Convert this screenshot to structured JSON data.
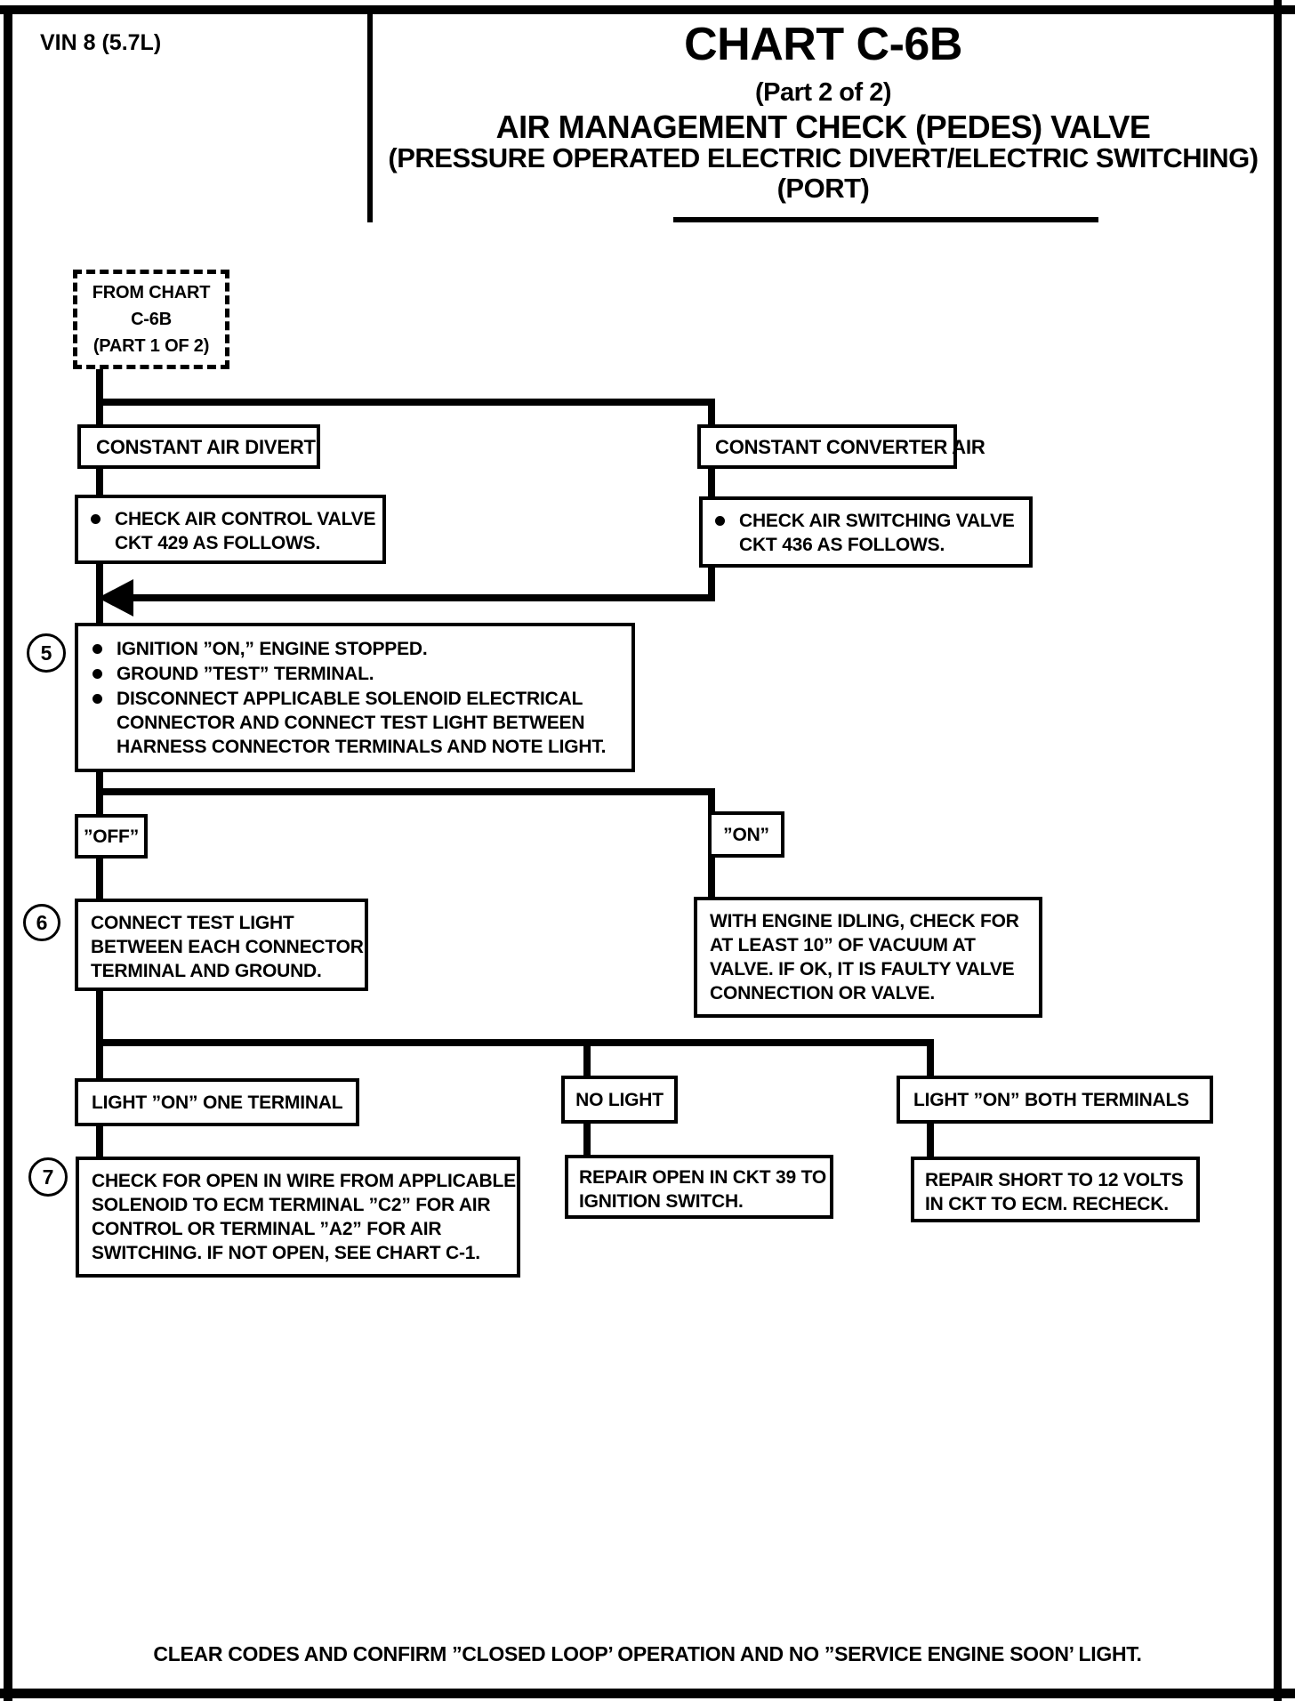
{
  "header": {
    "vin": "VIN 8 (5.7L)",
    "title": "CHART C-6B",
    "subtitle1": "(Part  2 of 2)",
    "subtitle2": "AIR MANAGEMENT CHECK (PEDES) VALVE",
    "subtitle3": "(PRESSURE OPERATED ELECTRIC DIVERT/ELECTRIC SWITCHING)",
    "subtitle4": "(PORT)"
  },
  "flowchart": {
    "from_chart": {
      "line1": "FROM CHART",
      "line2": "C-6B",
      "line3": "(PART  1 OF 2)"
    },
    "left_branch": {
      "label": "CONSTANT  AIR DIVERT",
      "check_line1": "CHECK AIR CONTROL VALVE",
      "check_line2": "CKT 429 AS FOLLOWS."
    },
    "right_branch": {
      "label": "CONSTANT CONVERTER AIR",
      "check_line1": "CHECK AIR SWITCHING VALVE",
      "check_line2": "CKT 436 AS FOLLOWS."
    },
    "step5": {
      "number": "5",
      "bullet1": "IGNITION ”ON,”  ENGINE STOPPED.",
      "bullet2": "GROUND ”TEST” TERMINAL.",
      "bullet3_line1": "DISCONNECT APPLICABLE SOLENOID ELECTRICAL",
      "bullet3_line2": "CONNECTOR AND CONNECT TEST LIGHT BETWEEN",
      "bullet3_line3": "HARNESS CONNECTOR TERMINALS AND NOTE LIGHT."
    },
    "off_label": "”OFF”",
    "on_label": "”ON”",
    "step6": {
      "number": "6",
      "line1": "CONNECT TEST LIGHT",
      "line2": "BETWEEN EACH CONNECTOR",
      "line3": "TERMINAL AND GROUND."
    },
    "engine_idling": {
      "line1": "WITH ENGINE IDLING, CHECK FOR",
      "line2": "AT LEAST 10”  OF VACUUM AT",
      "line3": "VALVE.  IF OK, IT IS FAULTY VALVE",
      "line4": "CONNECTION OR VALVE."
    },
    "result_one_terminal": "LIGHT ”ON” ONE TERMINAL",
    "result_no_light": "NO LIGHT",
    "result_both_terminals": "LIGHT ”ON” BOTH TERMINALS",
    "step7": {
      "number": "7",
      "line1": "CHECK FOR OPEN IN WIRE FROM APPLICABLE",
      "line2": "SOLENOID TO ECM TERMINAL ”C2” FOR AIR",
      "line3": "CONTROL OR TERMINAL ”A2” FOR AIR",
      "line4": "SWITCHING.  IF NOT OPEN, SEE CHART C-1."
    },
    "repair_open": {
      "line1": "REPAIR OPEN IN CKT 39 TO",
      "line2": "IGNITION SWITCH."
    },
    "repair_short": {
      "line1": "REPAIR SHORT TO 12 VOLTS",
      "line2": "IN CKT TO ECM. RECHECK."
    }
  },
  "footer": {
    "text": "CLEAR CODES AND CONFIRM ”CLOSED LOOP’ OPERATION AND NO  ”SERVICE ENGINE SOON’ LIGHT."
  },
  "colors": {
    "ink": "#000000",
    "paper": "#ffffff"
  }
}
